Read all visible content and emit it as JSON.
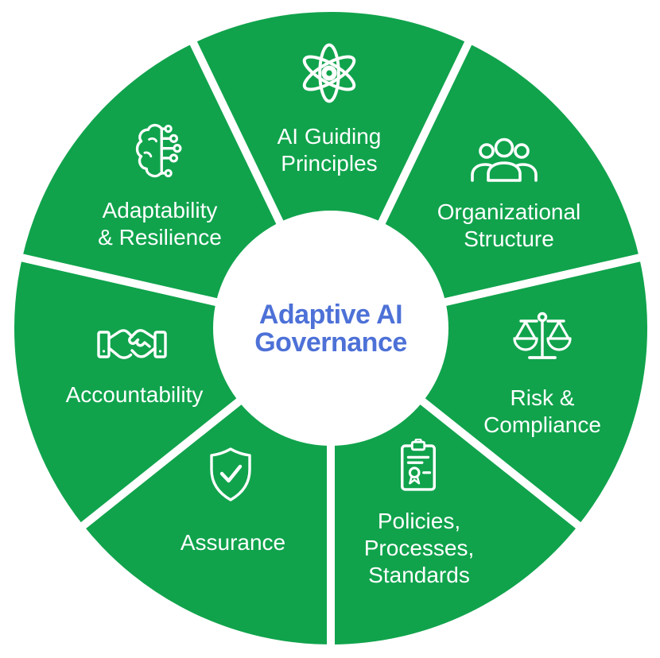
{
  "diagram": {
    "title_lines": [
      "Adaptive AI",
      "Governance"
    ],
    "segments": [
      {
        "id": "ai-guiding-principles",
        "icon": "atom-icon",
        "label_lines": [
          "AI Guiding",
          "Principles"
        ]
      },
      {
        "id": "organizational-structure",
        "icon": "people-group-icon",
        "label_lines": [
          "Organizational",
          "Structure"
        ]
      },
      {
        "id": "risk-compliance",
        "icon": "balance-scale-icon",
        "label_lines": [
          "Risk &",
          "Compliance"
        ]
      },
      {
        "id": "policies-processes-standards",
        "icon": "certificate-clipboard-icon",
        "label_lines": [
          "Policies,",
          "Processes,",
          "Standards"
        ]
      },
      {
        "id": "assurance",
        "icon": "shield-check-icon",
        "label_lines": [
          "Assurance"
        ]
      },
      {
        "id": "accountability",
        "icon": "handshake-icon",
        "label_lines": [
          "Accountability"
        ]
      },
      {
        "id": "adaptability-resilience",
        "icon": "brain-circuit-icon",
        "label_lines": [
          "Adaptability",
          "& Resilience"
        ]
      }
    ],
    "colors": {
      "segment_green": "#10A34C",
      "divider_white": "#FFFFFF",
      "title_blue": "#4D71D7",
      "label_white": "#FFFFFF",
      "background": "#FFFFFF"
    }
  }
}
